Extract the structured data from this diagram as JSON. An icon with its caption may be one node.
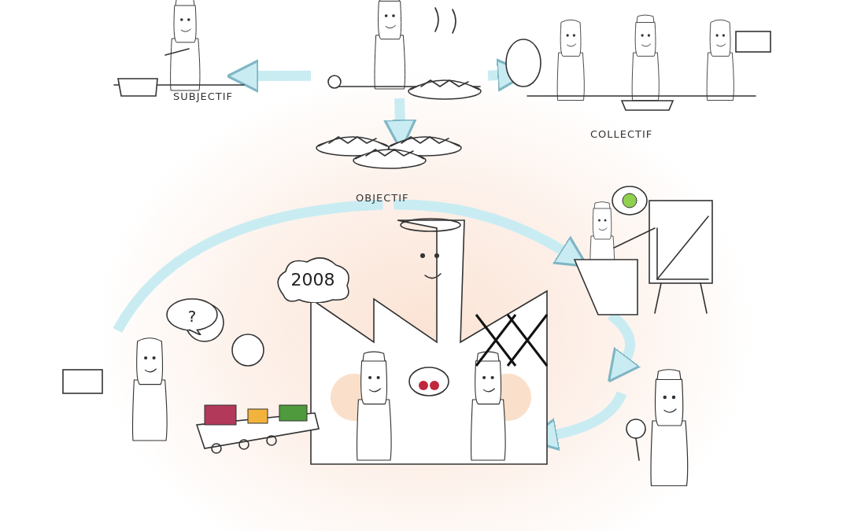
{
  "diagram": {
    "nodes": [
      {
        "text": [],
        "shape": "picture"
      },
      {
        "text": [
          "SUBJECTIF"
        ]
      },
      {
        "text": [
          "COLLECTIF"
        ]
      },
      {
        "text": [
          "OBJECTIF"
        ]
      },
      {
        "text": [],
        "shape": "picture"
      },
      {
        "text": [],
        "shape": "picture"
      },
      {
        "text": [],
        "shape": "picture"
      },
      {
        "text": [],
        "shape": "picture"
      },
      {
        "text": [
          "2008"
        ]
      },
      {
        "text": [
          "?"
        ]
      }
    ],
    "edges": [
      {
        "from": 0,
        "to": 1,
        "arrow": "to"
      },
      {
        "from": 0,
        "to": 2,
        "arrow": "to"
      },
      {
        "from": 0,
        "to": 3,
        "arrow": "to"
      },
      {
        "from": 3,
        "to": 4,
        "arrow": "to"
      },
      {
        "from": 4,
        "to": 5,
        "arrow": "to"
      },
      {
        "from": 5,
        "to": 6,
        "arrow": "to"
      },
      {
        "from": 7,
        "to": 3,
        "arrow": "none"
      }
    ]
  }
}
